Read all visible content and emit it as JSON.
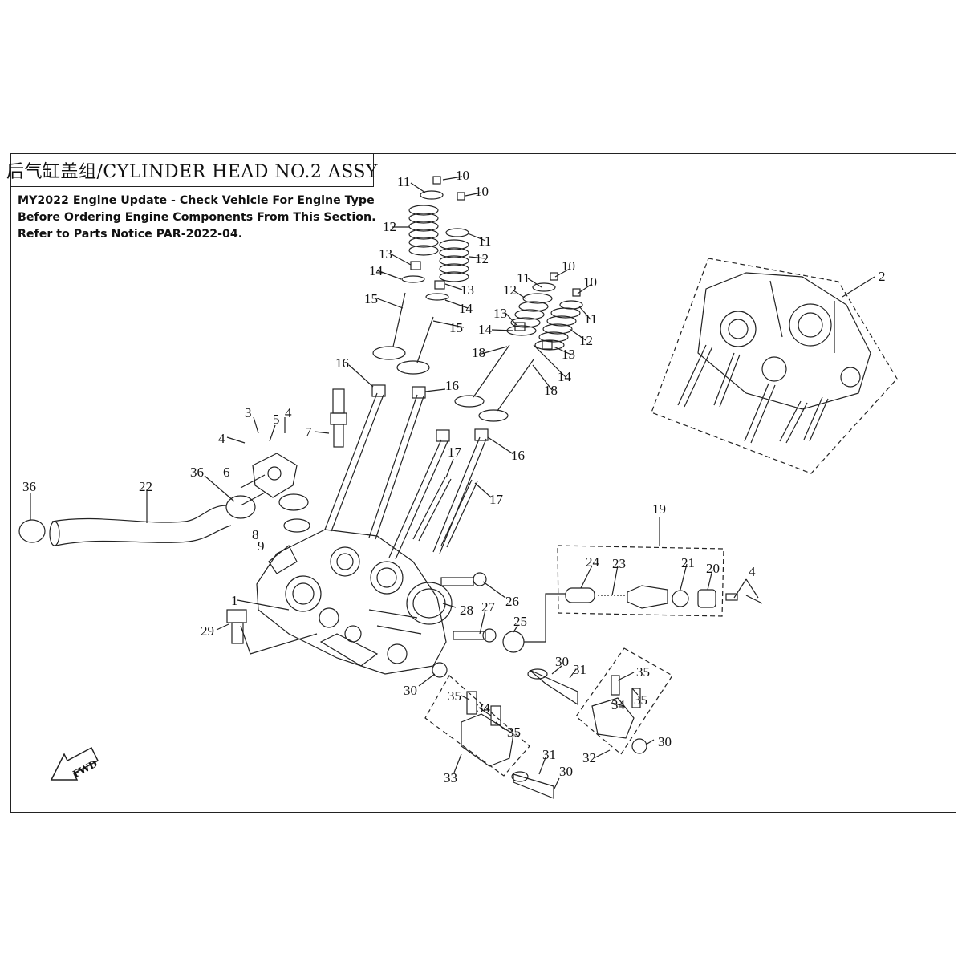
{
  "title": "后气缸盖组/CYLINDER HEAD NO.2 ASSY",
  "notice_lines": [
    "MY2022 Engine Update - Check Vehicle For Engine Type",
    "Before Ordering Engine Components From This Section.",
    "Refer to Parts Notice PAR-2022-04."
  ],
  "fwd_label": "FWD",
  "callouts": [
    "1",
    "2",
    "3",
    "4",
    "4",
    "4",
    "5",
    "6",
    "7",
    "8",
    "9",
    "10",
    "10",
    "10",
    "10",
    "11",
    "11",
    "11",
    "11",
    "12",
    "12",
    "12",
    "12",
    "13",
    "13",
    "13",
    "13",
    "14",
    "14",
    "14",
    "14",
    "15",
    "15",
    "16",
    "16",
    "16",
    "17",
    "17",
    "18",
    "18",
    "19",
    "20",
    "21",
    "22",
    "23",
    "24",
    "25",
    "26",
    "27",
    "28",
    "29",
    "30",
    "30",
    "30",
    "30",
    "31",
    "31",
    "32",
    "33",
    "34",
    "34",
    "35",
    "35",
    "35",
    "35",
    "36",
    "36"
  ],
  "colors": {
    "line": "#222222",
    "background": "#ffffff"
  }
}
